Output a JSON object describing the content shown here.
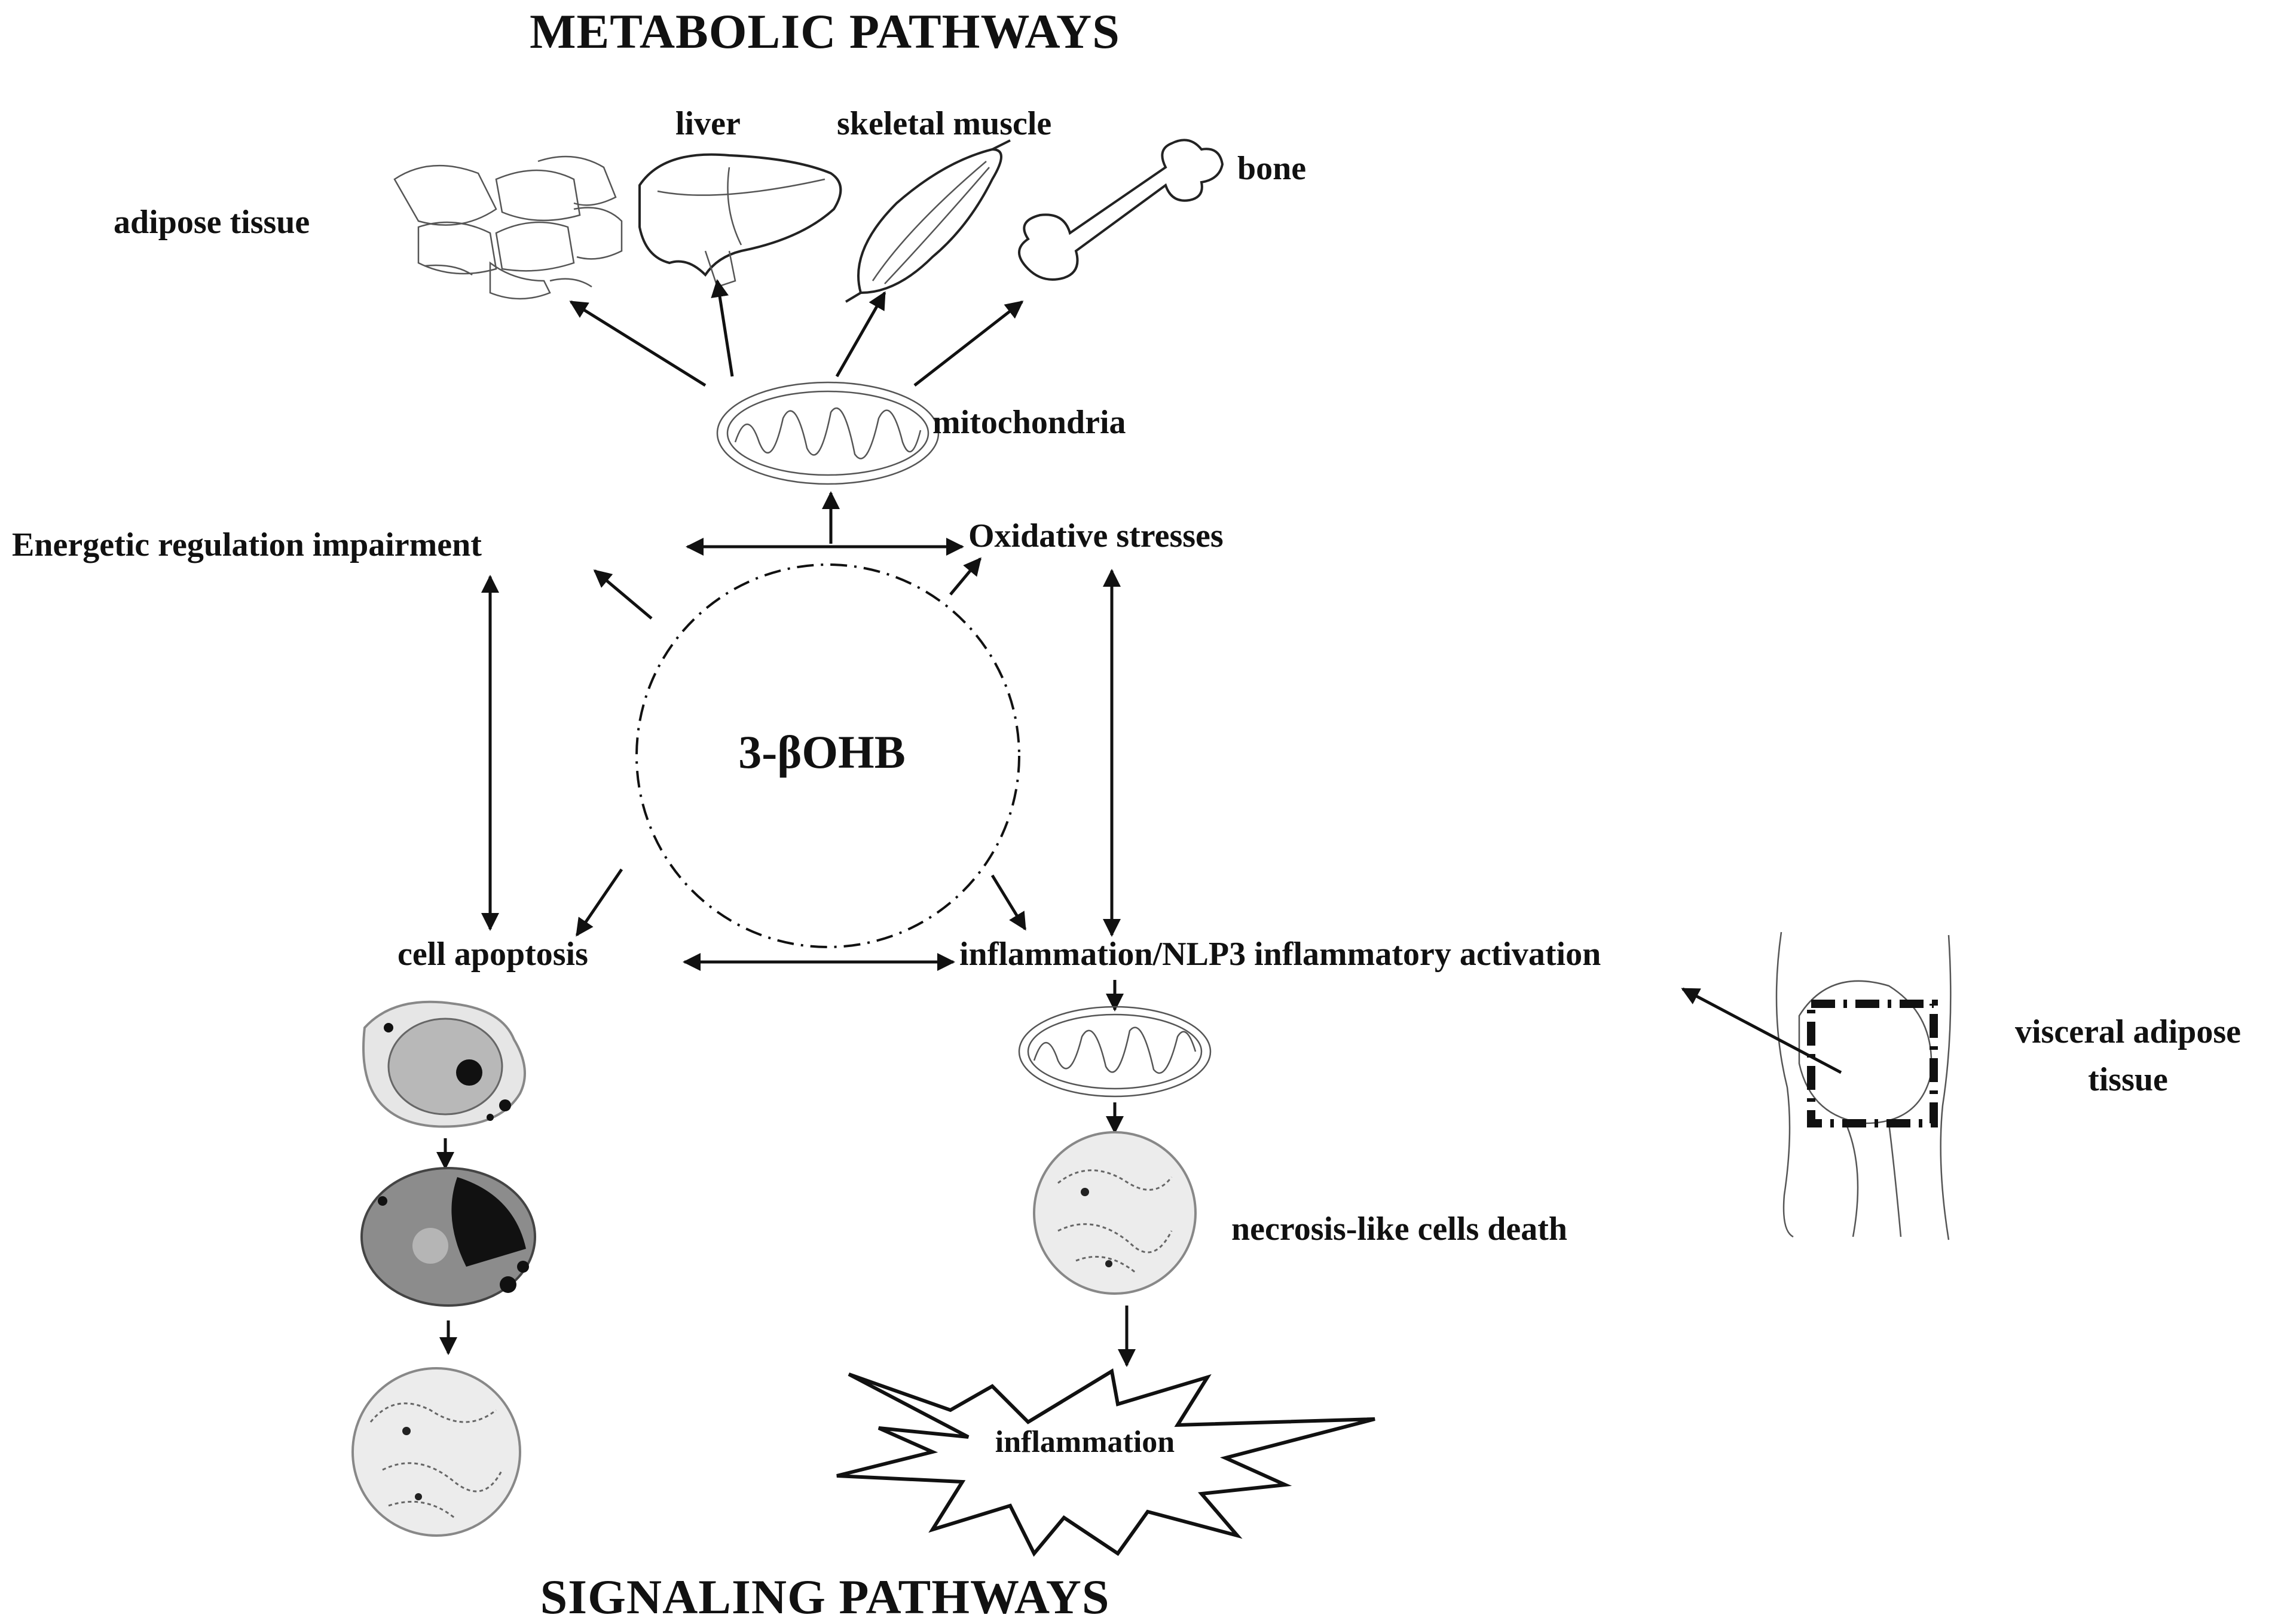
{
  "titles": {
    "top": "METABOLIC PATHWAYS",
    "bottom": "SIGNALING PATHWAYS"
  },
  "center": "3-βOHB",
  "organs": {
    "adipose": "adipose tissue",
    "liver": "liver",
    "muscle": "skeletal muscle",
    "bone": "bone"
  },
  "nodes": {
    "mitochondria": "mitochondria",
    "energetic": "Energetic regulation impairment",
    "oxidative": "Oxidative stresses",
    "apoptosis": "cell apoptosis",
    "inflammation_activation": "inflammation/NLP3 inflammatory activation",
    "necrosis": "necrosis-like cells death",
    "inflammation": "inflammation",
    "visceral_line1": "visceral adipose",
    "visceral_line2": "tissue"
  }
}
